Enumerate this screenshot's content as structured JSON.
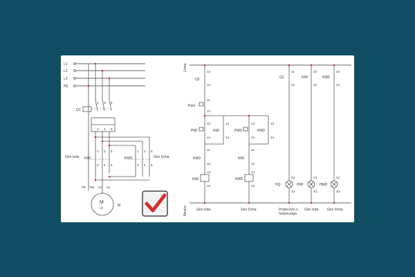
{
  "power": {
    "phases": [
      "L1",
      "L2",
      "L3",
      "PE"
    ],
    "breaker_label": "Q1",
    "breaker_terms_top": [
      "1",
      "3",
      "5"
    ],
    "breaker_terms_bot": [
      "2",
      "4",
      "6"
    ],
    "km_label": "KMI",
    "kmd_label": "KMD",
    "left_group_label": "Giro Izda",
    "right_group_label": "Giro Dcha",
    "contact_top": [
      "1",
      "3",
      "5"
    ],
    "contact_bot": [
      "2",
      "4",
      "6"
    ],
    "motor_terms": [
      "PE",
      "W1",
      "V1",
      "U1"
    ],
    "motor_symbol": "M",
    "motor_phase": "~3",
    "motor_label": "M"
  },
  "control": {
    "line_label": "Línea",
    "neutral_label": "Neutro",
    "q1": "Q1",
    "q1_terms": [
      "13",
      "14"
    ],
    "paro": "Paro",
    "paro_terms": [
      "11",
      "12"
    ],
    "pmi": "PMI",
    "pmd": "PMD",
    "kmi": "KMI",
    "kmd": "KMD",
    "push_terms": [
      "13",
      "14"
    ],
    "nc_terms": [
      "11",
      "12"
    ],
    "coil_terms": [
      "A1",
      "A2"
    ],
    "q1_aux": "Q1",
    "q1_aux_terms": [
      "11",
      "12"
    ],
    "kmi_aux_terms": [
      "23",
      "24"
    ],
    "kmd_aux_terms": [
      "23",
      "24"
    ],
    "lamps": [
      "HQ",
      "HMI",
      "HMD"
    ],
    "lamp_terms": [
      "X1",
      "X2"
    ],
    "bottom_labels": [
      "Giro Izda",
      "Giro Dcha",
      "Protección o Sobrecarga",
      "Giro Izda",
      "Giro Dcha"
    ],
    "bottom_label_3_line2": "Sobrecarga"
  },
  "badge": {
    "icon": "checkmark-icon",
    "color": "#d32f2f"
  }
}
